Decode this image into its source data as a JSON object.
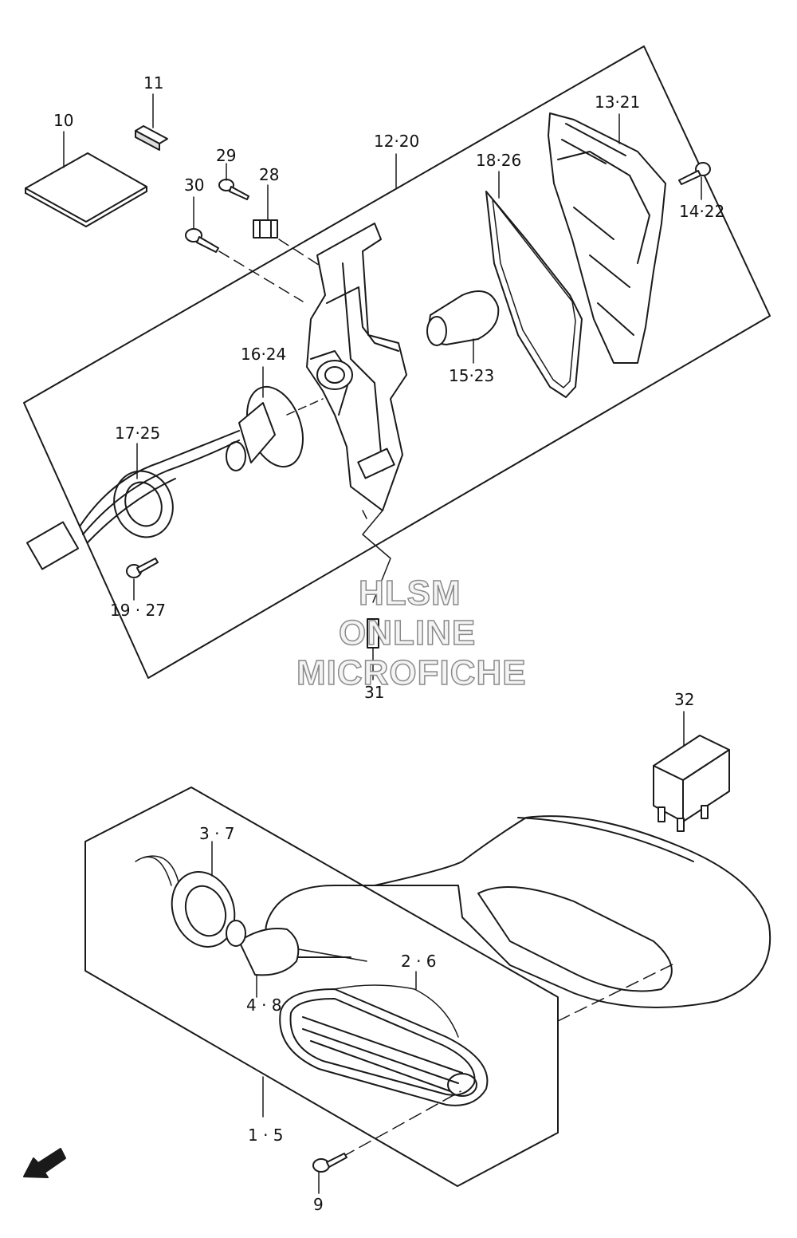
{
  "diagram": {
    "callouts": [
      {
        "id": "10",
        "text": "10"
      },
      {
        "id": "11",
        "text": "11"
      },
      {
        "id": "29",
        "text": "29"
      },
      {
        "id": "28",
        "text": "28"
      },
      {
        "id": "30",
        "text": "30"
      },
      {
        "id": "12-20",
        "text": "12·20"
      },
      {
        "id": "18-26",
        "text": "18·26"
      },
      {
        "id": "13-21",
        "text": "13·21"
      },
      {
        "id": "14-22",
        "text": "14·22"
      },
      {
        "id": "16-24",
        "text": "16·24"
      },
      {
        "id": "15-23",
        "text": "15·23"
      },
      {
        "id": "17-25",
        "text": "17·25"
      },
      {
        "id": "19-27",
        "text": "19 · 27"
      },
      {
        "id": "31",
        "text": "31"
      },
      {
        "id": "32",
        "text": "32"
      },
      {
        "id": "3-7",
        "text": "3 · 7"
      },
      {
        "id": "2-6",
        "text": "2 · 6"
      },
      {
        "id": "4-8",
        "text": "4 · 8"
      },
      {
        "id": "1-5",
        "text": "1 · 5"
      },
      {
        "id": "9",
        "text": "9"
      }
    ],
    "watermark": [
      "HLSM",
      "ONLINE",
      "MICROFICHE"
    ],
    "direction_badge": "FWD"
  }
}
